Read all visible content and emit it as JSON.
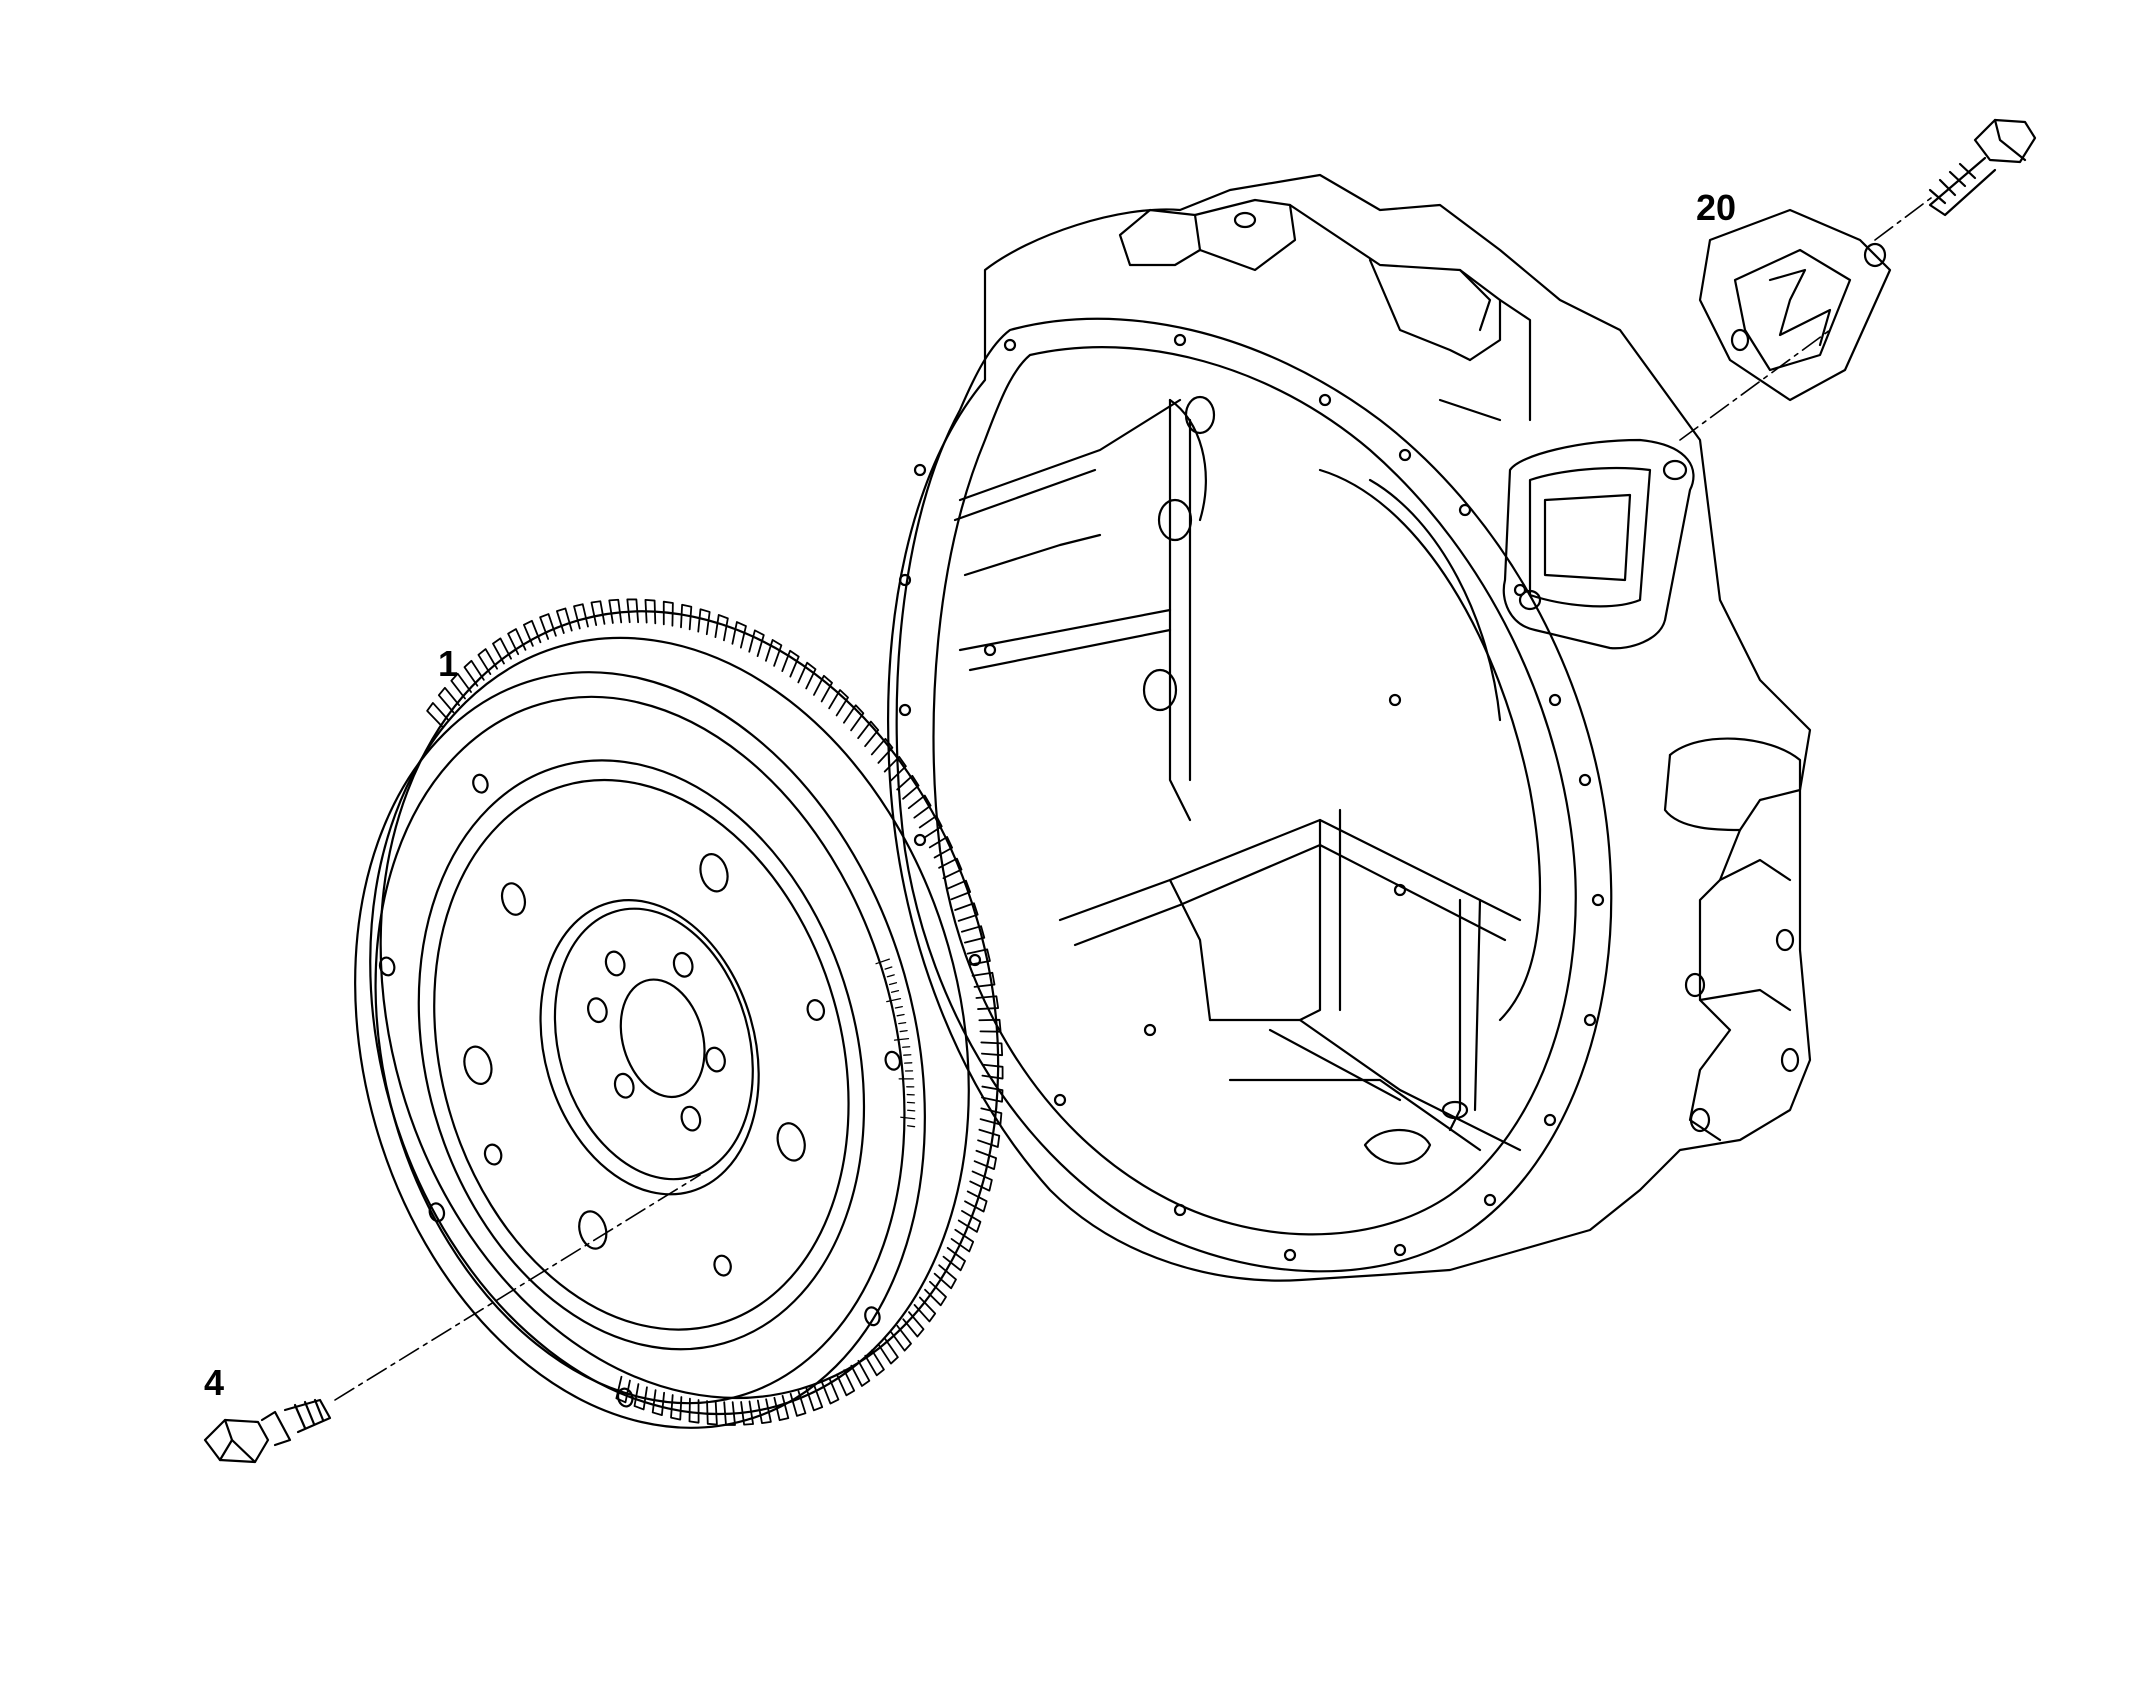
{
  "diagram": {
    "callouts": [
      {
        "id": "1",
        "label": "1"
      },
      {
        "id": "4",
        "label": "4"
      },
      {
        "id": "20",
        "label": "20"
      }
    ],
    "colors": {
      "ink": "#000000",
      "paper": "#ffffff"
    }
  }
}
